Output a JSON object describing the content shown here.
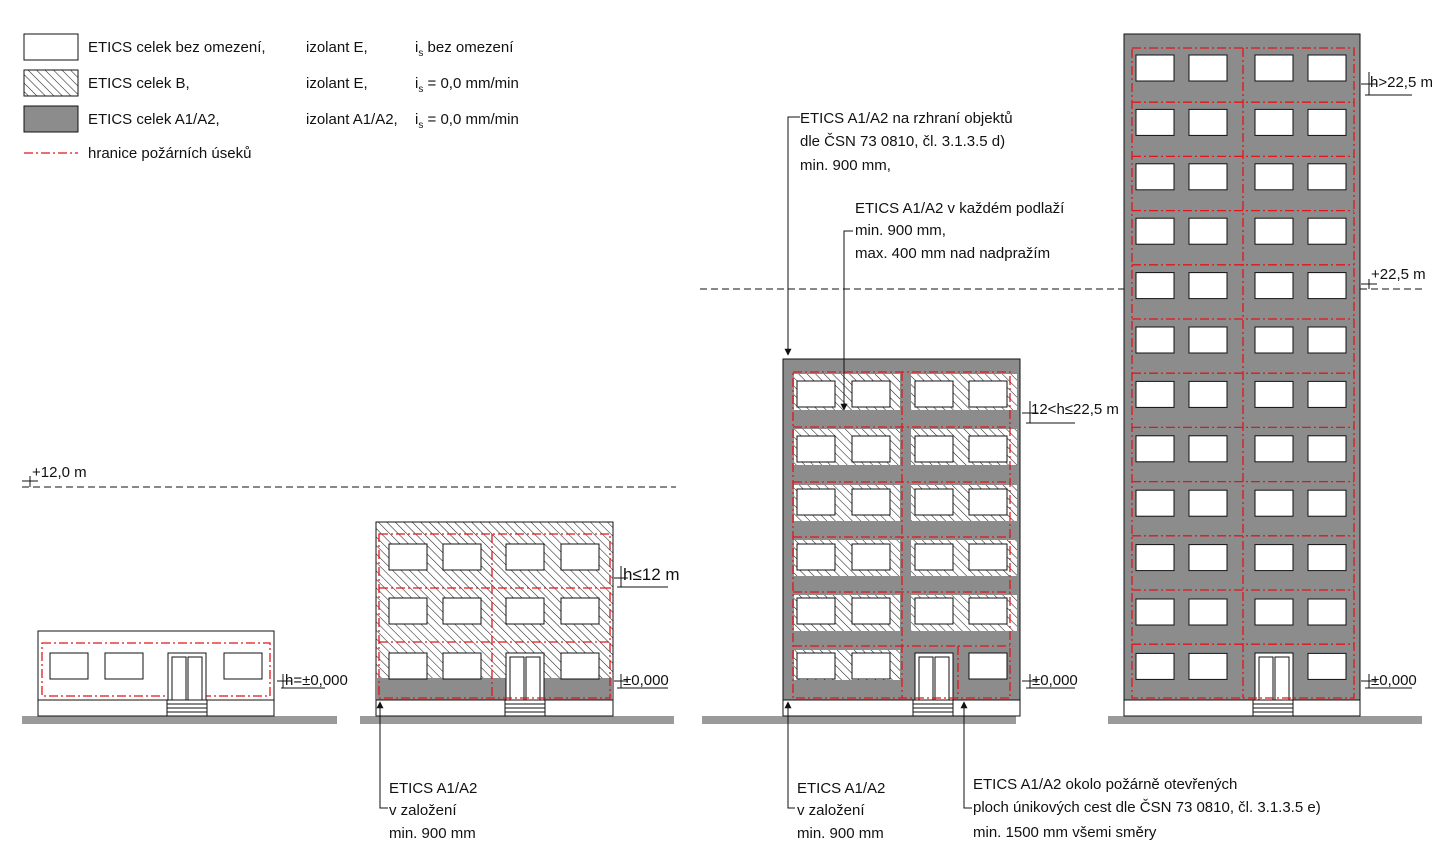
{
  "legend": {
    "rows": [
      {
        "label": "ETICS celek bez omezení,",
        "insulation": "izolant E,",
        "is_symbol": "i",
        "is_sub": "s",
        "is_value": " bez omezení"
      },
      {
        "label": "ETICS celek B,",
        "insulation": "izolant E,",
        "is_symbol": "i",
        "is_sub": "s",
        "is_value": " = 0,0 mm/min"
      },
      {
        "label": "ETICS celek A1/A2,",
        "insulation": "izolant A1/A2,",
        "is_symbol": "i",
        "is_sub": "s",
        "is_value": " = 0,0 mm/min"
      }
    ],
    "boundary_label": "hranice požárních úseků"
  },
  "levels": {
    "plus12": "+12,0 m",
    "plus225": "+22,5 m"
  },
  "buildings": {
    "b1": {
      "height_label": "h=±0,000"
    },
    "b2": {
      "height_label": "h≤12 m",
      "zero_label": "±0,000"
    },
    "b3": {
      "height_label": "12<h≤22,5 m",
      "zero_label": "±0,000"
    },
    "b4": {
      "height_label": "h>22,5 m",
      "zero_label": "±0,000"
    }
  },
  "annotations": {
    "interface": [
      "ETICS A1/A2 na rzhraní objektů",
      "dle ČSN 73 0810, čl. 3.1.3.5 d)",
      "min. 900 mm,"
    ],
    "each_floor": [
      "ETICS A1/A2 v každém podlaží",
      "min. 900 mm,",
      "max. 400 mm nad nadpražím"
    ],
    "foundation_b2": [
      "ETICS A1/A2",
      "v založení",
      "min. 900 mm"
    ],
    "foundation_b3": [
      "ETICS A1/A2",
      "v založení",
      "min. 900 mm"
    ],
    "escape": [
      "ETICS A1/A2 okolo požárně otevřených",
      "ploch únikových cest dle ČSN 73 0810, čl. 3.1.3.5 e)",
      "min. 1500 mm všemi směry"
    ]
  },
  "colors": {
    "gray_fill": "#8c8c8c",
    "boundary_red": "#e0161b",
    "ground": "#9a9a9a",
    "line": "#111111"
  }
}
